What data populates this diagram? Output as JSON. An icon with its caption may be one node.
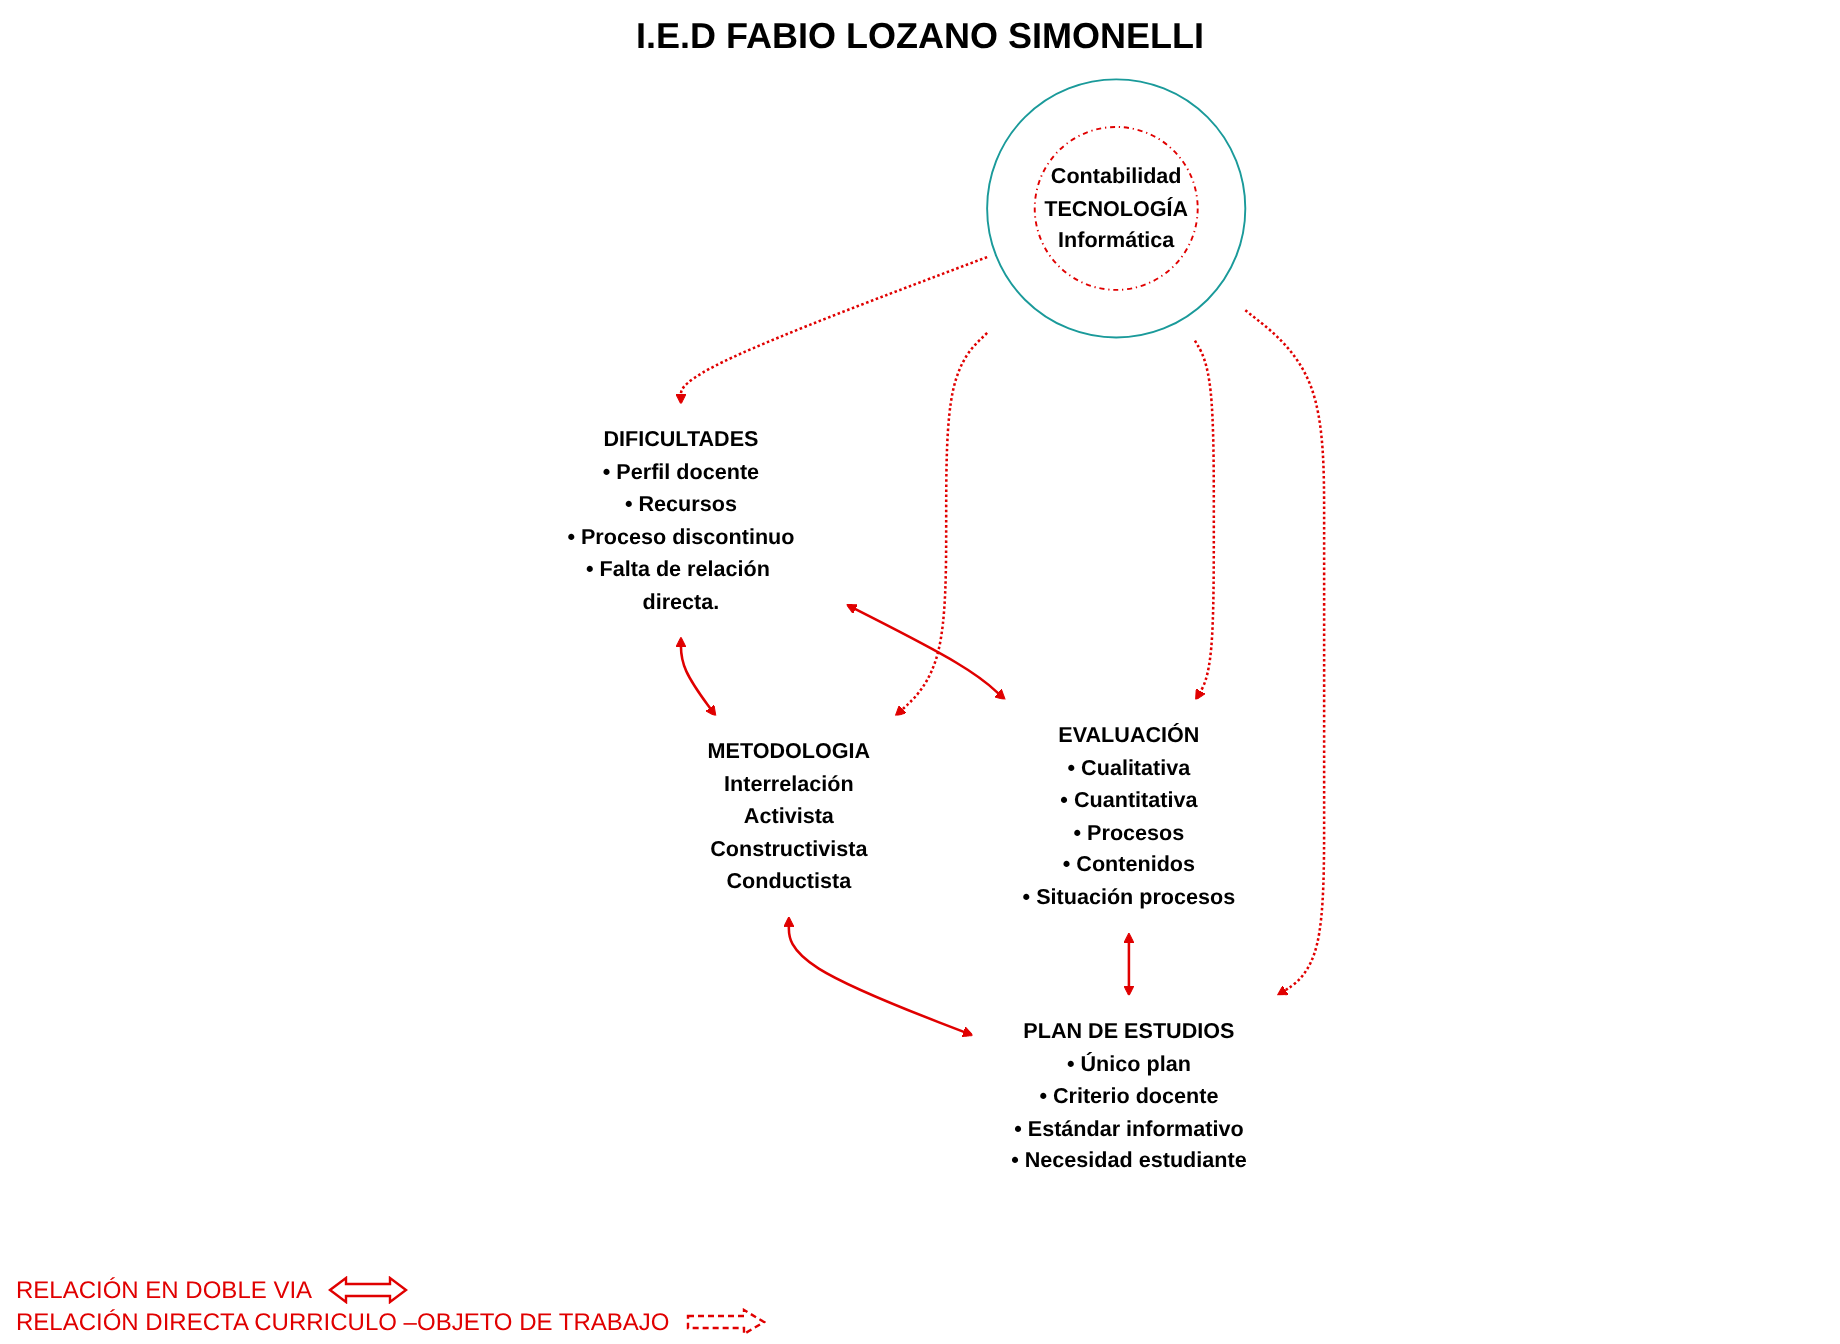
{
  "diagram": {
    "title": "I.E.D FABIO LOZANO SIMONELLI",
    "nodes": [
      {
        "text": [
          "DIFICULTADES",
          "• Perfil docente",
          "• Recursos",
          "• Proceso discontinuo",
          "• Falta de relación directa."
        ]
      },
      {
        "text": [
          "METODOLOGIA",
          "Interrelación",
          "Activista",
          "Constructivista",
          "Conductista"
        ]
      },
      {
        "text": [],
        "shape": "circle"
      },
      {
        "text": [
          "Contabilidad",
          "TECNOLOGÍA",
          "Informática"
        ],
        "in": 2
      },
      {
        "text": [
          "EVALUACIÓN",
          "• Cualitativa",
          "• Cuantitativa",
          "• Procesos",
          "• Contenidos",
          "• Situación procesos"
        ]
      },
      {
        "text": [
          "PLAN DE ESTUDIOS",
          "• Único plan",
          "• Criterio docente",
          "• Estándar informativo",
          "• Necesidad estudiante"
        ]
      }
    ],
    "edges": [
      {
        "from": 0,
        "to": 1,
        "arrow": "both"
      },
      {
        "from": 2,
        "to": 0,
        "arrow": "to",
        "style": "dashed"
      },
      {
        "from": 2,
        "to": 1,
        "arrow": "to",
        "style": "dashed"
      },
      {
        "from": 0,
        "to": 4,
        "arrow": "both"
      },
      {
        "from": 1,
        "to": 5,
        "arrow": "both"
      },
      {
        "from": 2,
        "to": 5,
        "arrow": "to",
        "style": "dashed"
      },
      {
        "from": 2,
        "to": 4,
        "arrow": "to",
        "style": "dashed"
      },
      {
        "from": 4,
        "to": 5,
        "arrow": "both"
      }
    ],
    "legend": [
      {
        "text": "RELACIÓN EN DOBLE VIA"
      },
      {
        "text": "RELACIÓN DIRECTA CURRICULO –OBJETO DE TRABAJO"
      }
    ]
  }
}
